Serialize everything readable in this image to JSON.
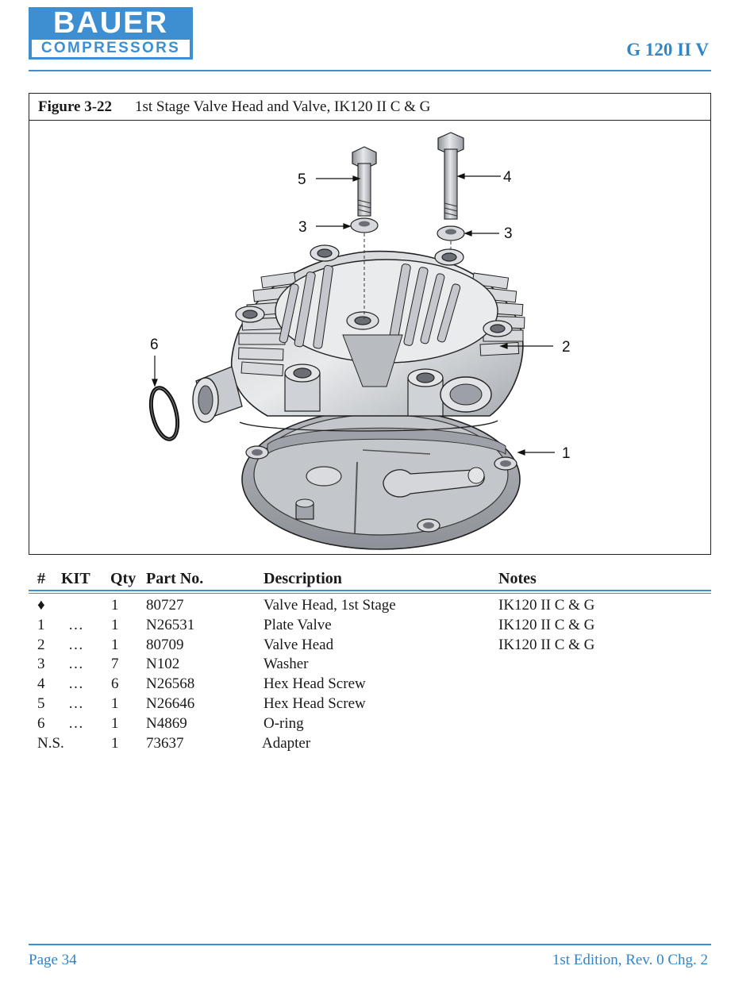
{
  "header": {
    "logo_top": "BAUER",
    "logo_bottom": "COMPRESSORS",
    "model": "G 120 II V"
  },
  "figure": {
    "label": "Figure 3-22",
    "caption": "1st Stage Valve Head and Valve, IK120 II C & G",
    "callouts": [
      "5",
      "4",
      "3",
      "3",
      "6",
      "2",
      "1"
    ]
  },
  "table": {
    "headers": {
      "num": "#",
      "kit": "KIT",
      "qty": "Qty",
      "part": "Part No.",
      "desc": "Description",
      "notes": "Notes"
    },
    "rows": [
      {
        "num": "♦",
        "kit": "",
        "qty": "1",
        "part": "80727",
        "desc": "Valve Head, 1st Stage",
        "notes": "IK120 II C & G"
      },
      {
        "num": "1",
        "kit": "…",
        "qty": "1",
        "part": "N26531",
        "desc": "Plate Valve",
        "notes": "IK120 II C & G"
      },
      {
        "num": "2",
        "kit": "…",
        "qty": "1",
        "part": "80709",
        "desc": "Valve Head",
        "notes": "IK120 II C & G"
      },
      {
        "num": "3",
        "kit": "…",
        "qty": "7",
        "part": "N102",
        "desc": "Washer",
        "notes": ""
      },
      {
        "num": "4",
        "kit": "…",
        "qty": "6",
        "part": "N26568",
        "desc": "Hex Head Screw",
        "notes": ""
      },
      {
        "num": "5",
        "kit": "…",
        "qty": "1",
        "part": "N26646",
        "desc": "Hex Head Screw",
        "notes": ""
      },
      {
        "num": "6",
        "kit": "…",
        "qty": "1",
        "part": "N4869",
        "desc": "O-ring",
        "notes": ""
      },
      {
        "num": "N.S.",
        "kit": "",
        "qty": "1",
        "part": "73637",
        "desc": "Adapter",
        "notes": ""
      }
    ]
  },
  "footer": {
    "page": "Page 34",
    "edition": "1st Edition, Rev. 0 Chg. 2"
  },
  "colors": {
    "brand_blue": "#3d8fd1",
    "text_blue": "#2f86c8"
  }
}
